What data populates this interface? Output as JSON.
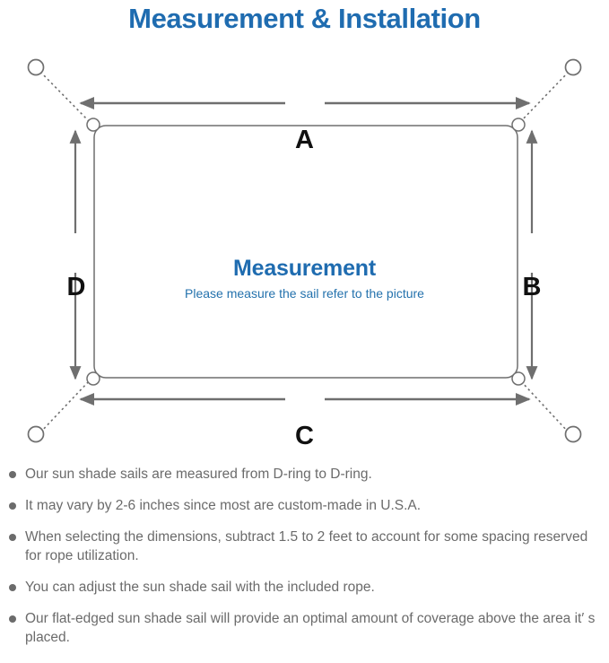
{
  "title": "Measurement & Installation",
  "colors": {
    "title_blue": "#1f6cb0",
    "sub_blue": "#2472ad",
    "line_gray": "#6f6f6f",
    "text_gray": "#6b6b6b",
    "letter_black": "#111111"
  },
  "diagram": {
    "center_heading": "Measurement",
    "center_subtext": "Please measure the sail refer to the picture",
    "dimensions": {
      "top": "A",
      "right": "B",
      "bottom": "C",
      "left": "D"
    },
    "corner_rings": [
      "top-left-anchor-ring",
      "top-right-anchor-ring",
      "bottom-left-anchor-ring",
      "bottom-right-anchor-ring"
    ],
    "sail_d_rings": [
      "top-left-d-ring",
      "top-right-d-ring",
      "bottom-left-d-ring",
      "bottom-right-d-ring"
    ]
  },
  "notes": [
    "Our sun shade sails are measured from D-ring to D-ring.",
    "It may vary by 2-6 inches since most are custom-made in U.S.A.",
    "When selecting the dimensions, subtract 1.5 to 2 feet to account for some spacing reserved for rope utilization.",
    "You can adjust the sun shade sail with the included rope.",
    "Our flat-edged sun shade sail will provide an optimal amount of coverage above the area it′ s placed."
  ]
}
